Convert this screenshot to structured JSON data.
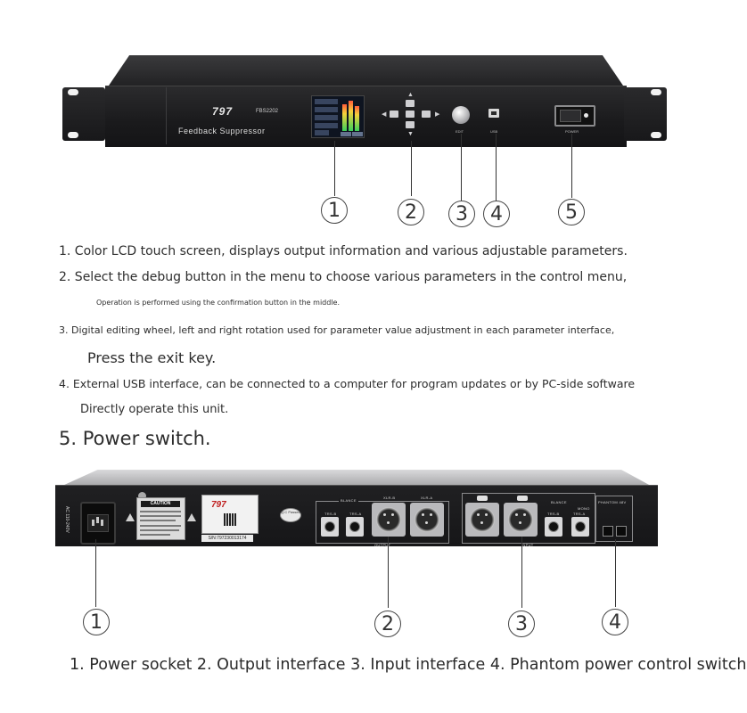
{
  "front_panel": {
    "brand_logo": "797",
    "model": "FBS2202",
    "product_name": "Feedback Suppressor",
    "edit_label": "EDIT",
    "usb_label": "USB",
    "power_label": "POWER"
  },
  "front_callouts": [
    "1",
    "2",
    "3",
    "4",
    "5"
  ],
  "descriptions": {
    "item1": "1. Color LCD touch screen, displays output information and various adjustable parameters.",
    "item2": "2. Select the debug button in the menu to choose various parameters in the control menu,",
    "item2_sub": "Operation is performed using the confirmation button in the middle.",
    "item3": "3. Digital editing wheel, left and right rotation used for parameter value adjustment in each parameter interface,",
    "item3_sub": "Press the exit key.",
    "item4": "4. External USB interface, can be connected to a computer for program updates or by PC-side software",
    "item4_sub": "Directly operate this unit.",
    "item5": "5. Power switch."
  },
  "rear_panel": {
    "ac_input_label": "AC 110-240V",
    "caution_title": "CAUTION",
    "sticker_logo": "797",
    "serial_number": "S/N:797230013174",
    "qc_label": "Q.C Passed",
    "output_balance_label": "BLANCE",
    "output_label": "OUTPUT",
    "input_balance_label": "BLANCE",
    "input_label": "INPUT",
    "xlr_b_label": "XLR-B",
    "xlr_a_label": "XLR-A",
    "trs_b_label": "TRS-B",
    "trs_a_label": "TRS-A",
    "mono_label": "MONO",
    "phantom_label": "PHANTOM 48V"
  },
  "rear_callouts": [
    "1",
    "2",
    "3",
    "4"
  ],
  "rear_caption": "1. Power socket 2. Output interface 3. Input interface 4. Phantom power control switch"
}
